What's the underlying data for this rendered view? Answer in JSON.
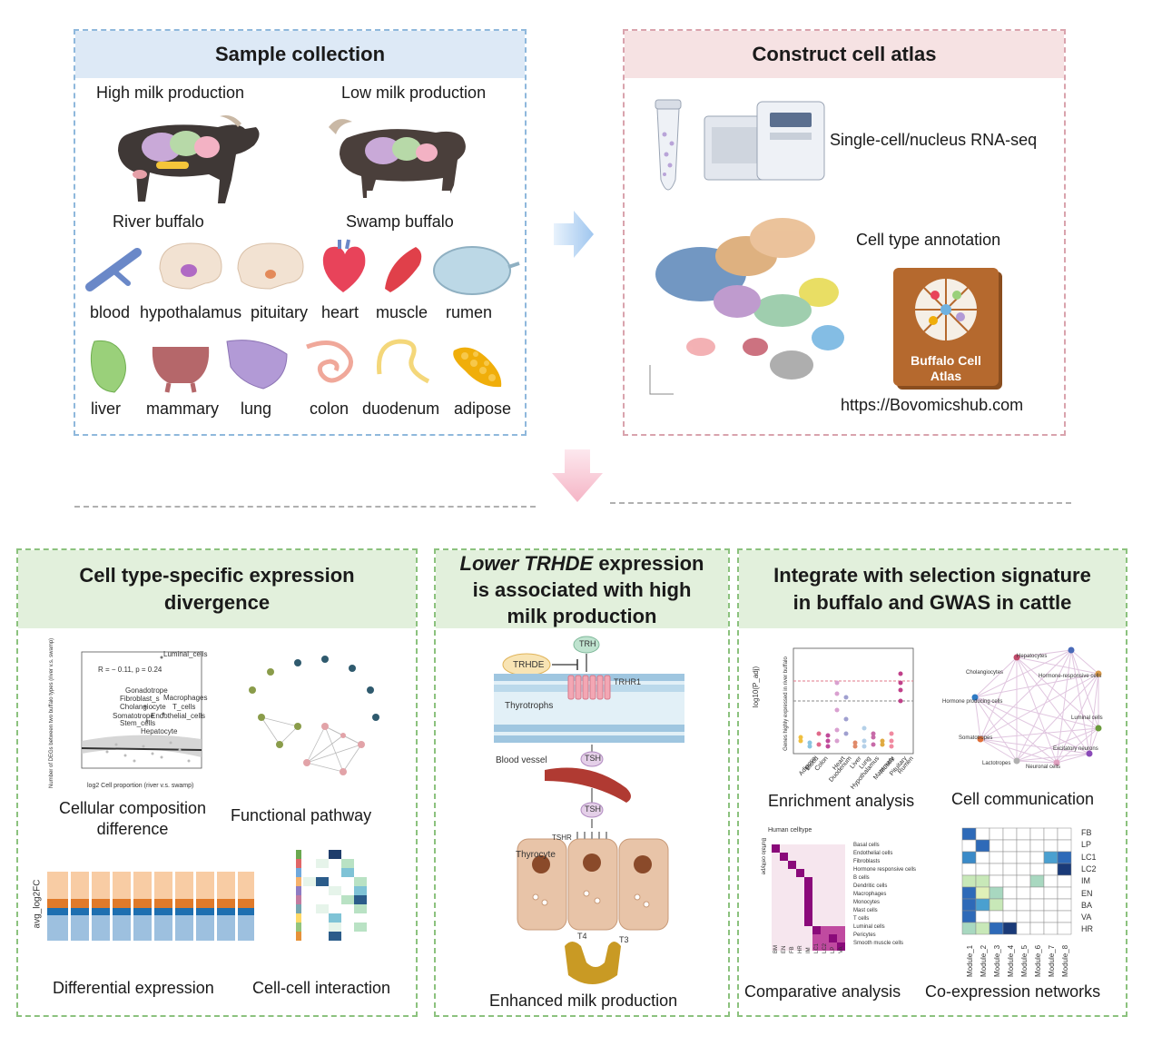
{
  "sample_collection": {
    "title": "Sample collection",
    "high_label": "High milk production",
    "low_label": "Low milk production",
    "river_label": "River buffalo",
    "swamp_label": "Swamp buffalo",
    "tissues_row1": [
      "blood",
      "hypothalamus",
      "pituitary",
      "heart",
      "muscle",
      "rumen"
    ],
    "tissues_row2": [
      "liver",
      "mammary",
      "lung",
      "colon",
      "duodenum",
      "adipose"
    ]
  },
  "cell_atlas": {
    "title": "Construct cell atlas",
    "seq_label": "Single-cell/nucleus RNA-seq",
    "annotation_label": "Cell type annotation",
    "book_title_line1": "Buffalo Cell",
    "book_title_line2": "Atlas",
    "url": "https://Bovomicshub.com"
  },
  "divergence": {
    "title_line1": "Cell type-specific expression",
    "title_line2": "divergence",
    "composition_line1": "Cellular composition",
    "composition_line2": "difference",
    "pathway_label": "Functional pathway",
    "diffexp_label": "Differential expression",
    "interaction_label": "Cell-cell interaction",
    "scatter_stat": "R = − 0.11, p = 0.24",
    "scatter_points": [
      "Luminal_cells",
      "Gonadotrope",
      "Fibroblast_s",
      "Macrophages",
      "Cholangiocyte",
      "T_cells",
      "Somatotrope",
      "Endothelial_cells",
      "Stem_cells",
      "Hepatocyte"
    ],
    "scatter_xlabel": "log2 Cell proportion (river v.s. swamp)",
    "scatter_ylabel": "Number of DEGs between two buffalo types (river v.s. swamp)",
    "volcano_ylabel": "avg_log2FC"
  },
  "trhde": {
    "title_italic": "Lower TRHDE",
    "title_rest1": " expression",
    "title_line2": "is associated with high",
    "title_line3": "milk production",
    "trh": "TRH",
    "trhde_node": "TRHDE",
    "trhr1": "TRHR1",
    "thyrotrophs": "Thyrotrophs",
    "tsh1": "TSH",
    "blood_vessel": "Blood vessel",
    "tsh2": "TSH",
    "tshr": "TSHR",
    "thyrocyte": "Thyrocyte",
    "t4": "T4",
    "t3": "T3",
    "outcome": "Enhanced milk production"
  },
  "selection": {
    "title_line1": "Integrate with selection signature",
    "title_line2": "in buffalo and GWAS in cattle",
    "enrichment_label": "Enrichment analysis",
    "communication_label": "Cell communication",
    "comparative_label": "Comparative analysis",
    "coexpression_label": "Co-expression networks",
    "enrich_ylabel": "log10(P_adj)",
    "enrich_ylabel2": "Genes highly expressed in river buffalo",
    "enrich_tissues": [
      "Adipose",
      "Blood",
      "Colon",
      "Duodenum",
      "Heart",
      "Hypothalamus",
      "Liver",
      "Lung",
      "Mammary",
      "Muscle",
      "Pituitary",
      "Rumen"
    ],
    "comm_nodes": [
      "Hepatocytes",
      "Cholangiocytes",
      "Hormone-responsive cells",
      "Hormone producing cells",
      "Luminal cells",
      "Somatotropes",
      "Excitatory neurons",
      "Lactotropes",
      "Neuronal cells"
    ],
    "celltype_rows": [
      "Basal cells",
      "Endothelial cells",
      "Fibroblasts",
      "Hormone responsive cells",
      "B cells",
      "Dendritic cells",
      "Macrophages",
      "Monocytes",
      "Mast cells",
      "T cells",
      "Luminal cells",
      "Pericytes",
      "Smooth muscle cells"
    ],
    "celltype_cols": [
      "BM",
      "EN",
      "FB",
      "HR",
      "IM",
      "LC1",
      "LC2",
      "LP",
      "VA"
    ],
    "heatmap_header": "Human celltype",
    "heatmap_side": "Buffalo celltype",
    "module_rows": [
      "FB",
      "LP",
      "LC1",
      "LC2",
      "IM",
      "EN",
      "BA",
      "VA",
      "HR"
    ],
    "module_cols": [
      "Module_1",
      "Module_2",
      "Module_3",
      "Module_4",
      "Module_5",
      "Module_6",
      "Module_7",
      "Module_8"
    ]
  }
}
